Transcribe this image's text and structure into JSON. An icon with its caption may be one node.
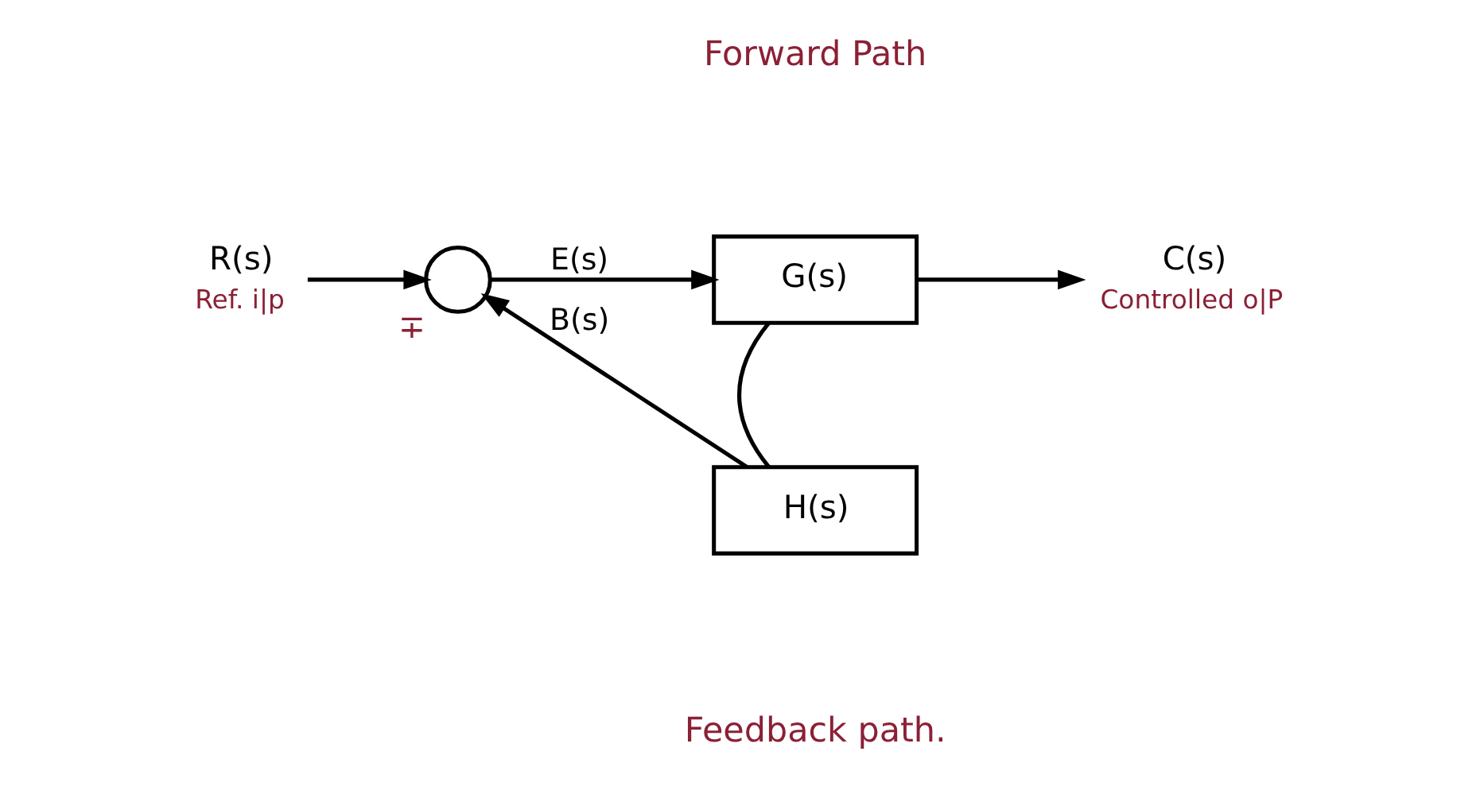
{
  "diagram": {
    "nodes": [
      {
        "text": [
          "R(s)"
        ],
        "beside": [
          "Ref. i|p"
        ]
      },
      {
        "text": [],
        "shape": "circle",
        "beside": [
          "∓"
        ]
      },
      {
        "text": [
          "G(s)"
        ]
      },
      {
        "text": [
          "C(s)"
        ],
        "beside": [
          "Controlled o|P"
        ]
      },
      {
        "text": [
          "H(s)"
        ]
      }
    ],
    "edges": [
      {
        "from": 0,
        "to": 1,
        "arrow": "to"
      },
      {
        "from": 1,
        "to": 2,
        "arrow": "to",
        "label": "E(s)"
      },
      {
        "from": 2,
        "to": 3,
        "arrow": "to"
      },
      {
        "from": 2,
        "to": 4,
        "arrow": "none"
      },
      {
        "from": 4,
        "to": 1,
        "arrow": "to",
        "label": "B(s)"
      }
    ],
    "labels": [
      "Forward Path",
      "Feedback path."
    ]
  }
}
